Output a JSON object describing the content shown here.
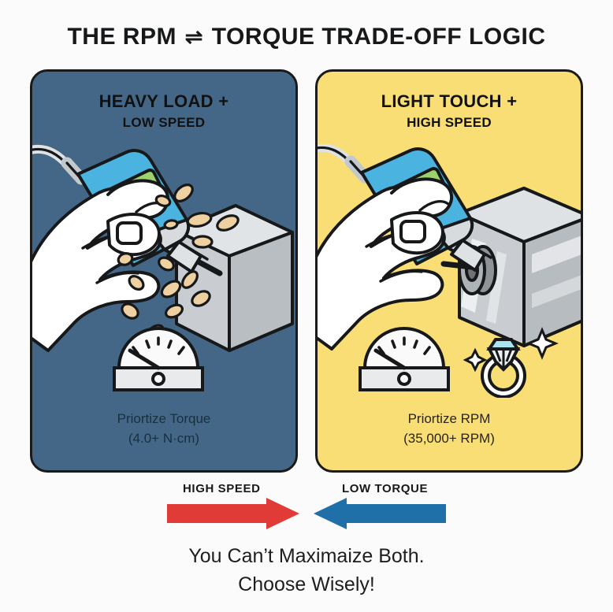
{
  "title": {
    "before": "THE RPM",
    "symbol": "⇌",
    "after": "TORQUE TRADE-OFF LOGIC"
  },
  "panels": [
    {
      "id": "heavy-load",
      "heading_line1": "HEAVY LOAD +",
      "heading_line2": "LOW SPEED",
      "caption_line1": "Priortize Torque",
      "caption_line2": "(4.0+ N·cm)",
      "background_color": "#456787",
      "scene": "hand holding rotary tool carving grey block with chips flying",
      "icons": [
        "gauge-icon"
      ]
    },
    {
      "id": "light-touch",
      "heading_line1": "LIGHT TOUCH +",
      "heading_line2": "HIGH SPEED",
      "caption_line1": "Priortize RPM",
      "caption_line2": "(35,000+ RPM)",
      "background_color": "#f8de74",
      "scene": "hand holding rotary tool polishing shiny metal block with buffing wheel",
      "icons": [
        "gauge-icon",
        "diamond-ring-icon",
        "sparkle-icon"
      ]
    }
  ],
  "arrows": [
    {
      "id": "high-speed",
      "label": "HIGH SPEED",
      "direction": "right",
      "color": "#e13b38"
    },
    {
      "id": "low-torque",
      "label": "LOW TORQUE",
      "direction": "left",
      "color": "#1f6fa8"
    }
  ],
  "footer": {
    "line1": "You Can’t Maximaize Both.",
    "line2": "Choose Wisely!"
  },
  "colors": {
    "page_background": "#fbfbfb",
    "panel_left": "#456787",
    "panel_right": "#f8de74",
    "arrow_red": "#e13b38",
    "arrow_blue": "#1f6fa8",
    "outline": "#1a1a1a",
    "tool_blue": "#4ab3e0",
    "tool_green": "#9ed16c",
    "gem_blue": "#a9e2f0",
    "chip_tan": "#efd0a0"
  }
}
